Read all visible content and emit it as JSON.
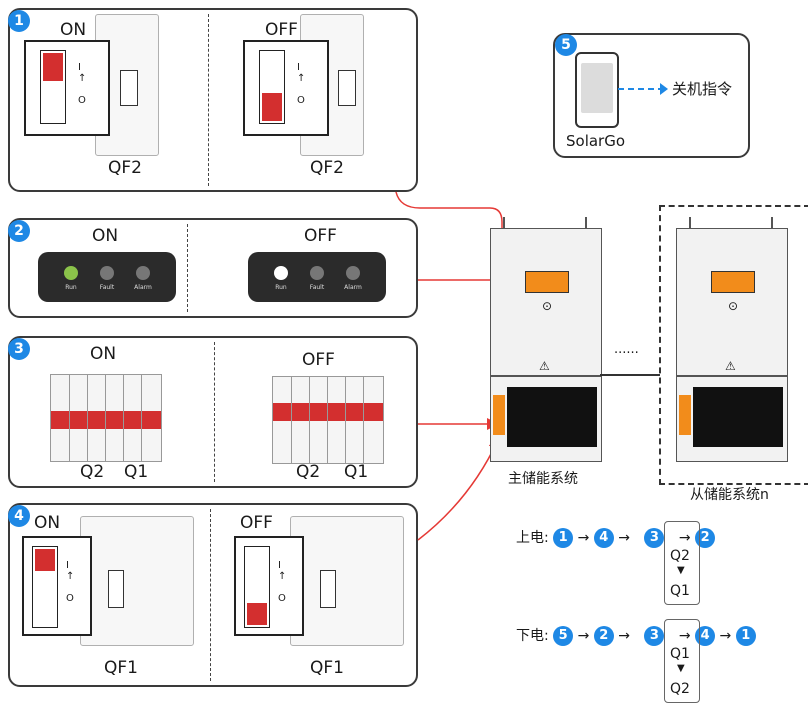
{
  "panel1": {
    "badge": "1",
    "on_label": "ON",
    "off_label": "OFF",
    "on_name": "QF2",
    "off_name": "QF2"
  },
  "panel2": {
    "badge": "2",
    "on_label": "ON",
    "off_label": "OFF",
    "leds": [
      "Run",
      "Fault",
      "Alarm"
    ]
  },
  "panel3": {
    "badge": "3",
    "on_label": "ON",
    "off_label": "OFF",
    "on_names": [
      "Q2",
      "Q1"
    ],
    "off_names": [
      "Q2",
      "Q1"
    ]
  },
  "panel4": {
    "badge": "4",
    "on_label": "ON",
    "off_label": "OFF",
    "on_name": "QF1",
    "off_name": "QF1"
  },
  "panel5": {
    "badge": "5",
    "app_name": "SolarGo",
    "command": "关机指令"
  },
  "systems": {
    "master": "主储能系统",
    "slave": "从储能系统n",
    "ellipsis": "......"
  },
  "power_on": {
    "label": "上电:",
    "steps": [
      "1",
      "4",
      "3",
      "2"
    ],
    "sub": [
      "Q2",
      "Q1"
    ]
  },
  "power_off": {
    "label": "下电:",
    "steps": [
      "5",
      "2",
      "3",
      "4",
      "1"
    ],
    "sub": [
      "Q1",
      "Q2"
    ]
  },
  "colors": {
    "accent": "#1e88e5",
    "breaker_red": "#d32f2f",
    "orange": "#f28c1b",
    "arrow_red": "#e53935"
  }
}
